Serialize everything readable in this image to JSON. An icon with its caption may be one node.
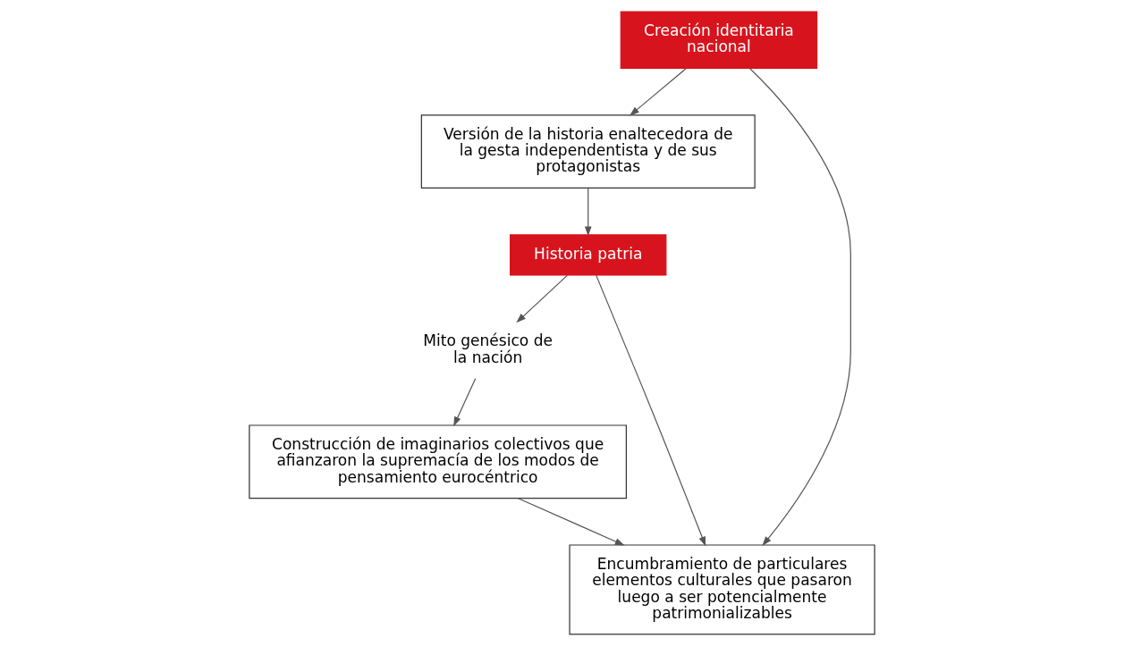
{
  "diagram": {
    "nodes": [
      {
        "text": [
          "Versión de la historia enaltecedora de la gesta independentista y de sus protagonistas"
        ]
      },
      {
        "text": [
          "Historia patria"
        ]
      },
      {
        "text": [
          "Mito genésico de la nación"
        ]
      },
      {
        "text": [
          "Creación identitaria nacional"
        ]
      },
      {
        "text": [
          "Construcción de imaginarios colectivos que afianzaron la supremacía de los modos de pensamiento eurocéntrico"
        ]
      },
      {
        "text": [
          "Encumbramiento de particulares elementos culturales que pasaron luego a ser potencialmente patrimonializables"
        ]
      }
    ],
    "edges": [
      {
        "from": 3,
        "to": 0,
        "arrow": "to"
      },
      {
        "from": 0,
        "to": 1,
        "arrow": "to"
      },
      {
        "from": 1,
        "to": 2,
        "arrow": "to"
      },
      {
        "from": 2,
        "to": 4,
        "arrow": "to"
      },
      {
        "from": 1,
        "to": 5,
        "arrow": "to"
      },
      {
        "from": 3,
        "to": 5,
        "arrow": "to"
      },
      {
        "from": 4,
        "to": 5,
        "arrow": "to"
      }
    ]
  }
}
